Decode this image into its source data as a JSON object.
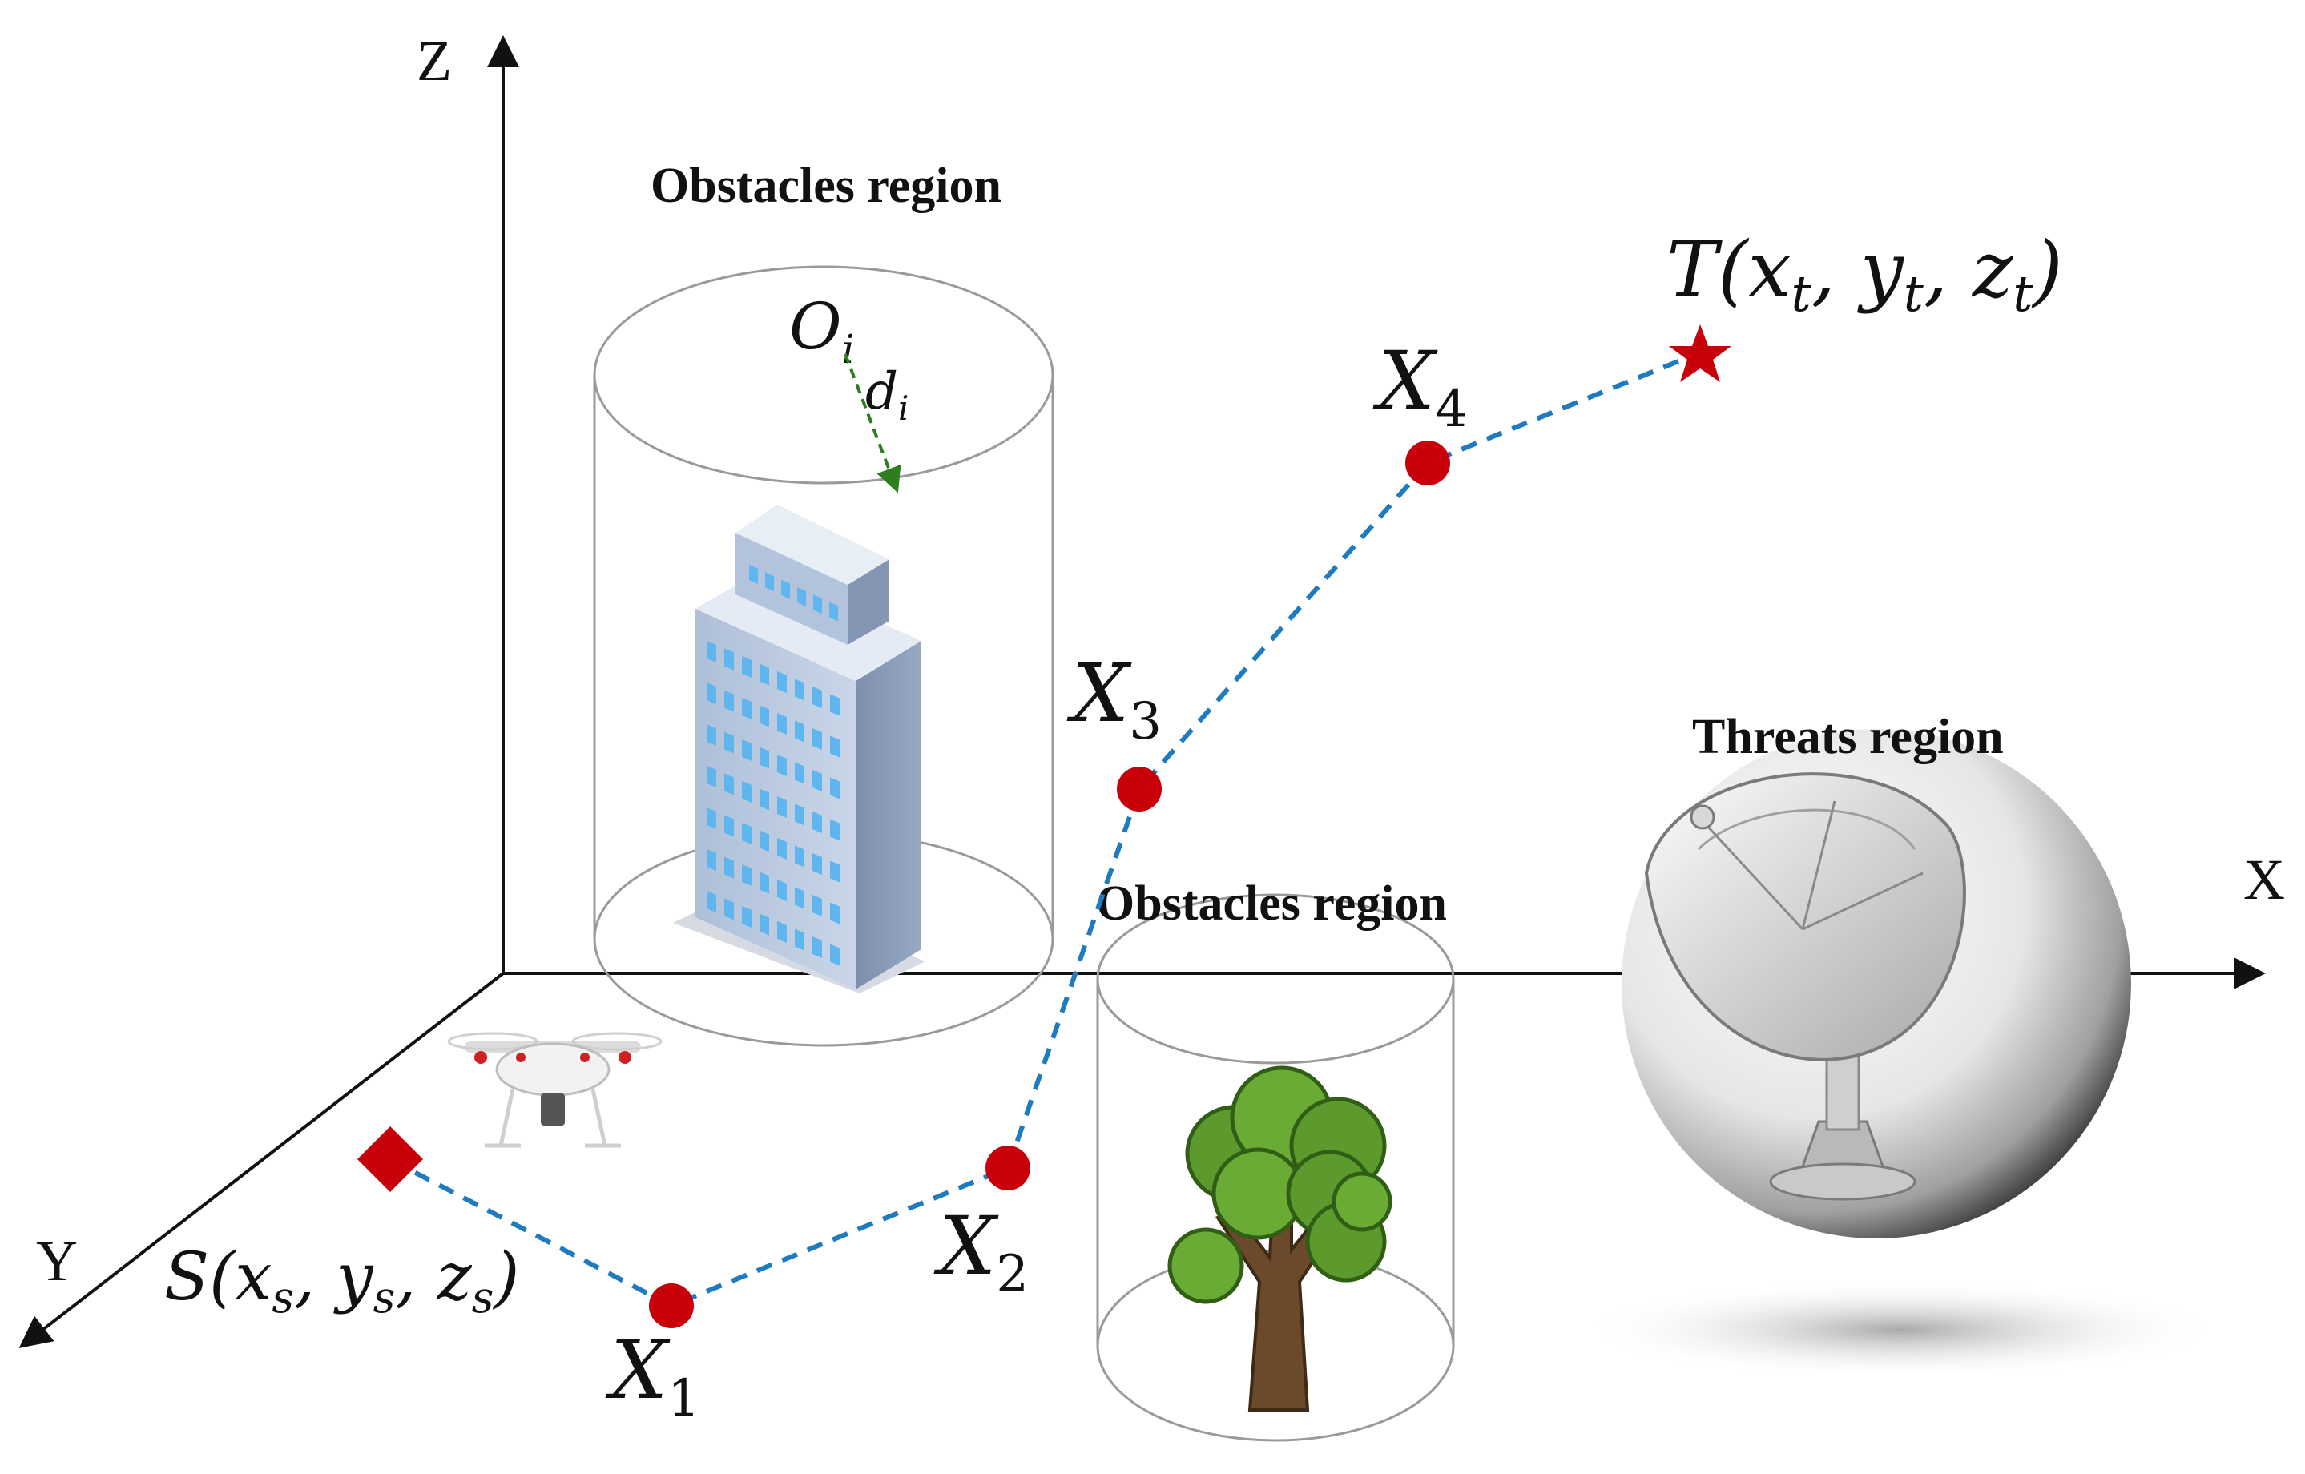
{
  "axes": {
    "x_label": "X",
    "y_label": "Y",
    "z_label": "Z"
  },
  "regions": {
    "obstacle_top_title": "Obstacles region",
    "obstacle_bottom_title": "Obstacles region",
    "threat_title": "Threats region"
  },
  "obstacle_center": {
    "base": "O",
    "sub": "i"
  },
  "obstacle_radius": {
    "base": "d",
    "sub": "i"
  },
  "start": {
    "prefix": "S(",
    "x": "x",
    "xs": "s",
    "y": "y",
    "ys": "s",
    "z": "z",
    "zs": "s",
    "suffix": ")"
  },
  "target": {
    "prefix": "T(",
    "x": "x",
    "xs": "t",
    "y": "y",
    "ys": "t",
    "z": "z",
    "zs": "t",
    "suffix": ")"
  },
  "waypoints": [
    {
      "base": "X",
      "sub": "1"
    },
    {
      "base": "X",
      "sub": "2"
    },
    {
      "base": "X",
      "sub": "3"
    },
    {
      "base": "X",
      "sub": "4"
    }
  ],
  "colors": {
    "axis": "#111111",
    "path": "#1f7bbf",
    "waypoint": "#c8000a",
    "target": "#c8000a",
    "start": "#c8000a",
    "cylinder": "#9a9a9a",
    "radius_arrow": "#2e7d1f"
  },
  "icons": {
    "building": "building-icon",
    "tree": "tree-icon",
    "radar": "radar-dish-icon",
    "drone": "drone-icon"
  }
}
